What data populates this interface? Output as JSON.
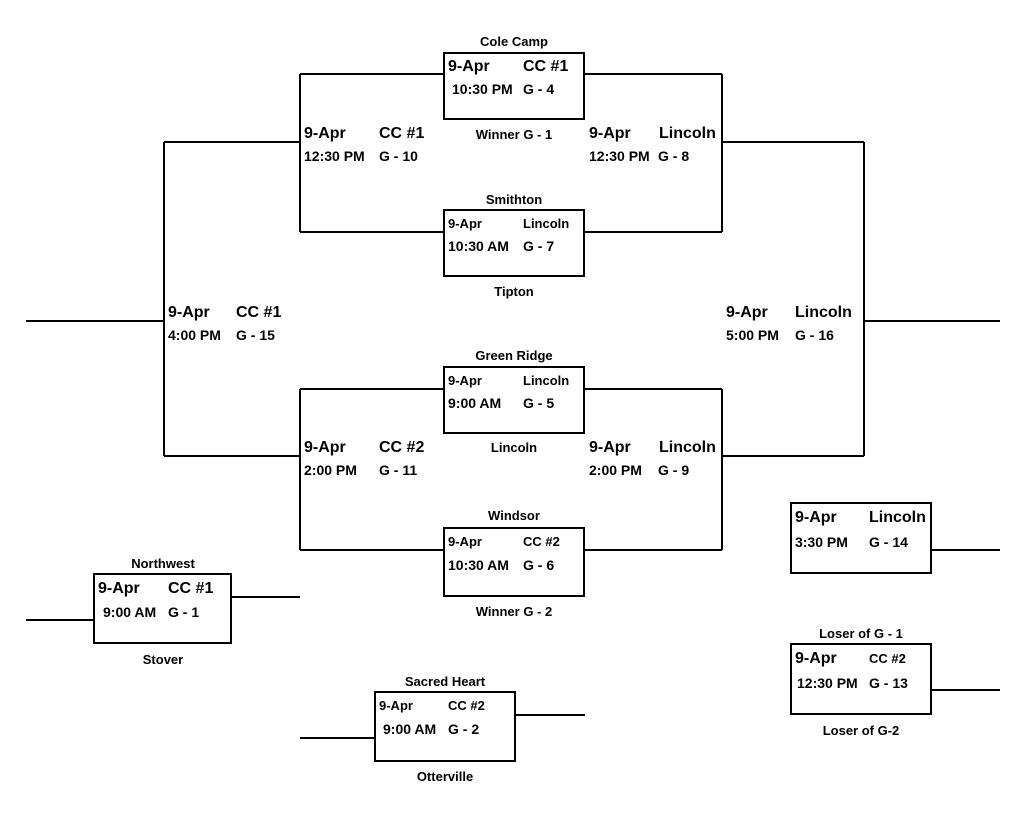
{
  "games": {
    "g1": {
      "date": "9-Apr",
      "site": "CC #1",
      "time": "9:00 AM",
      "game": "G - 1",
      "top": "Northwest",
      "bottom": "Stover"
    },
    "g2": {
      "date": "9-Apr",
      "site": "CC #2",
      "time": "9:00 AM",
      "game": "G - 2",
      "top": "Sacred Heart",
      "bottom": "Otterville"
    },
    "g4": {
      "date": "9-Apr",
      "site": "CC #1",
      "time": "10:30 PM",
      "game": "G - 4",
      "top": "Cole Camp",
      "bottom": "Winner G - 1"
    },
    "g5": {
      "date": "9-Apr",
      "site": "Lincoln",
      "time": "9:00 AM",
      "game": "G - 5",
      "top": "Green Ridge",
      "bottom": "Lincoln"
    },
    "g6": {
      "date": "9-Apr",
      "site": "CC #2",
      "time": "10:30 AM",
      "game": "G - 6",
      "top": "Windsor",
      "bottom": "Winner G - 2"
    },
    "g7": {
      "date": "9-Apr",
      "site": "Lincoln",
      "time": "10:30 AM",
      "game": "G - 7",
      "top": "Smithton",
      "bottom": "Tipton"
    },
    "g8": {
      "date": "9-Apr",
      "site": "Lincoln",
      "time": "12:30 PM",
      "game": "G - 8"
    },
    "g9": {
      "date": "9-Apr",
      "site": "Lincoln",
      "time": "2:00 PM",
      "game": "G - 9"
    },
    "g10": {
      "date": "9-Apr",
      "site": "CC #1",
      "time": "12:30 PM",
      "game": "G - 10"
    },
    "g11": {
      "date": "9-Apr",
      "site": "CC #2",
      "time": "2:00 PM",
      "game": "G - 11"
    },
    "g13": {
      "date": "9-Apr",
      "site": "CC #2",
      "time": "12:30 PM",
      "game": "G - 13",
      "top": "Loser of G - 1",
      "bottom": "Loser of G-2"
    },
    "g14": {
      "date": "9-Apr",
      "site": "Lincoln",
      "time": "3:30 PM",
      "game": "G - 14"
    },
    "g15": {
      "date": "9-Apr",
      "site": "CC #1",
      "time": "4:00 PM",
      "game": "G - 15"
    },
    "g16": {
      "date": "9-Apr",
      "site": "Lincoln",
      "time": "5:00 PM",
      "game": "G - 16"
    }
  }
}
